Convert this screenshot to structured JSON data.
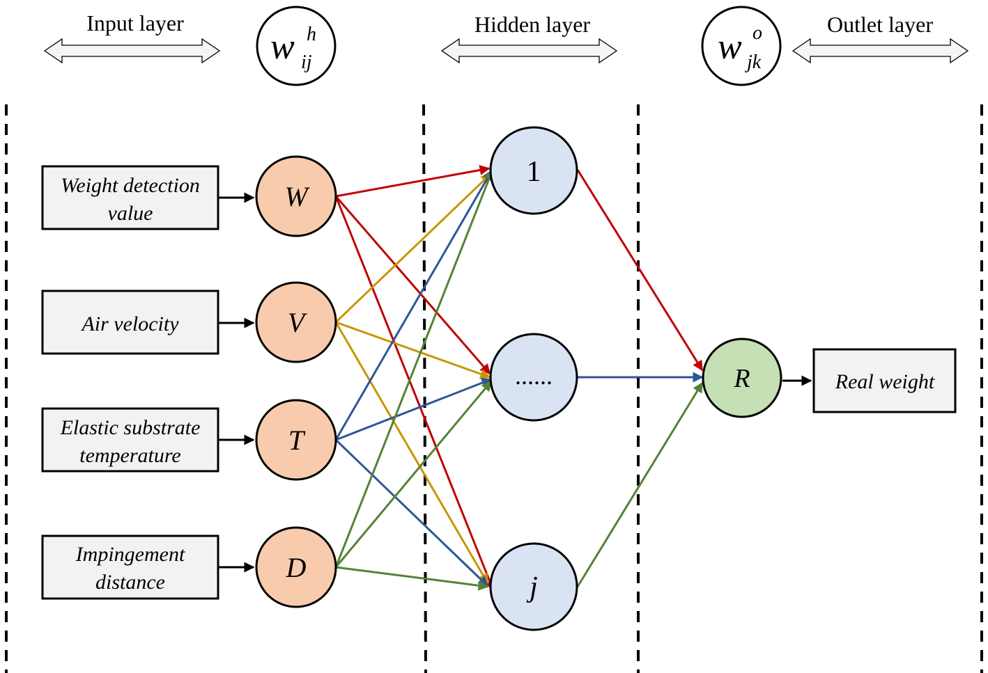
{
  "header": {
    "input_layer": "Input layer",
    "hidden_layer": "Hidden layer",
    "outlet_layer": "Outlet layer",
    "weight_ih": {
      "base": "w",
      "sup": "h",
      "sub": "ij"
    },
    "weight_ho": {
      "base": "w",
      "sup": "o",
      "sub": "jk"
    }
  },
  "inputs": [
    {
      "line1": "Weight detection",
      "line2": "value",
      "node": "W"
    },
    {
      "line1": "Air velocity",
      "line2": "",
      "node": "V"
    },
    {
      "line1": "Elastic substrate",
      "line2": "temperature",
      "node": "T"
    },
    {
      "line1": "Impingement",
      "line2": "distance",
      "node": "D"
    }
  ],
  "hidden": [
    {
      "label": "1"
    },
    {
      "label": "......"
    },
    {
      "label": "j"
    }
  ],
  "output": {
    "node": "R",
    "box": "Real weight"
  },
  "colors": {
    "input_node": "#f8cbad",
    "hidden_node": "#dae3f3",
    "output_node": "#c5e0b4",
    "box_fill": "#f2f2f2",
    "edge_W": "#c00000",
    "edge_V": "#c89600",
    "edge_T": "#2f5597",
    "edge_D": "#548235",
    "edge_h1": "#c00000",
    "edge_h2": "#2f5597",
    "edge_h3": "#548235"
  }
}
